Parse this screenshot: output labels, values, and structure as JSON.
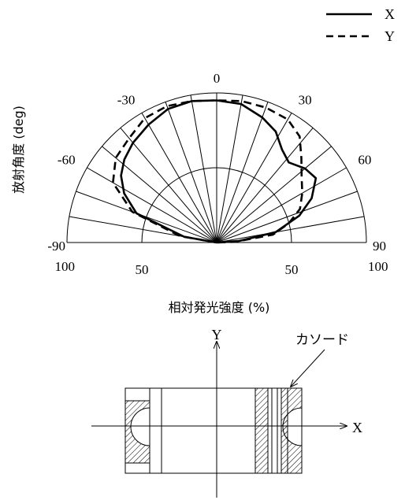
{
  "legend": [
    {
      "label": "X",
      "dash": "solid"
    },
    {
      "label": "Y",
      "dash": "dashed"
    }
  ],
  "chart_data": {
    "type": "line",
    "subtype": "polar-half",
    "ylabel": "放射角度 (deg)",
    "xlabel": "相対発光強度 (%)",
    "angle_range": [
      -90,
      90
    ],
    "angle_grid_step": 10,
    "radius_range": [
      0,
      100
    ],
    "radial_rings": [
      50,
      100
    ],
    "angle_tick_labels": [
      {
        "angle": -90,
        "text": "-90"
      },
      {
        "angle": -60,
        "text": "-60"
      },
      {
        "angle": -30,
        "text": "-30"
      },
      {
        "angle": 0,
        "text": "0"
      },
      {
        "angle": 30,
        "text": "30"
      },
      {
        "angle": 60,
        "text": "60"
      },
      {
        "angle": 90,
        "text": "90"
      }
    ],
    "radius_tick_labels": [
      {
        "value": -100,
        "text": "100"
      },
      {
        "value": -50,
        "text": "50"
      },
      {
        "value": 50,
        "text": "50"
      },
      {
        "value": 100,
        "text": "100"
      }
    ],
    "series": [
      {
        "name": "X",
        "line": "solid",
        "points": [
          [
            -90,
            0
          ],
          [
            -80,
            22
          ],
          [
            -70,
            57
          ],
          [
            -62,
            70
          ],
          [
            -55,
            78
          ],
          [
            -48,
            83
          ],
          [
            -40,
            87
          ],
          [
            -30,
            91
          ],
          [
            -20,
            95
          ],
          [
            -10,
            96
          ],
          [
            0,
            95
          ],
          [
            10,
            94
          ],
          [
            20,
            89
          ],
          [
            28,
            84
          ],
          [
            35,
            76
          ],
          [
            42,
            72
          ],
          [
            50,
            77
          ],
          [
            57,
            79
          ],
          [
            65,
            70
          ],
          [
            72,
            58
          ],
          [
            80,
            40
          ],
          [
            86,
            15
          ],
          [
            90,
            0
          ]
        ]
      },
      {
        "name": "Y",
        "line": "dashed",
        "points": [
          [
            -90,
            0
          ],
          [
            -80,
            25
          ],
          [
            -70,
            60
          ],
          [
            -60,
            80
          ],
          [
            -50,
            88
          ],
          [
            -40,
            91
          ],
          [
            -30,
            96
          ],
          [
            -20,
            97
          ],
          [
            -10,
            96
          ],
          [
            0,
            95
          ],
          [
            10,
            96
          ],
          [
            20,
            96
          ],
          [
            30,
            95
          ],
          [
            38,
            90
          ],
          [
            45,
            80
          ],
          [
            52,
            72
          ],
          [
            60,
            66
          ],
          [
            68,
            60
          ],
          [
            75,
            50
          ],
          [
            82,
            38
          ],
          [
            88,
            12
          ],
          [
            90,
            0
          ]
        ]
      }
    ]
  },
  "diagram": {
    "y_label": "Y",
    "x_label": "X",
    "cathode_label": "カソード"
  }
}
